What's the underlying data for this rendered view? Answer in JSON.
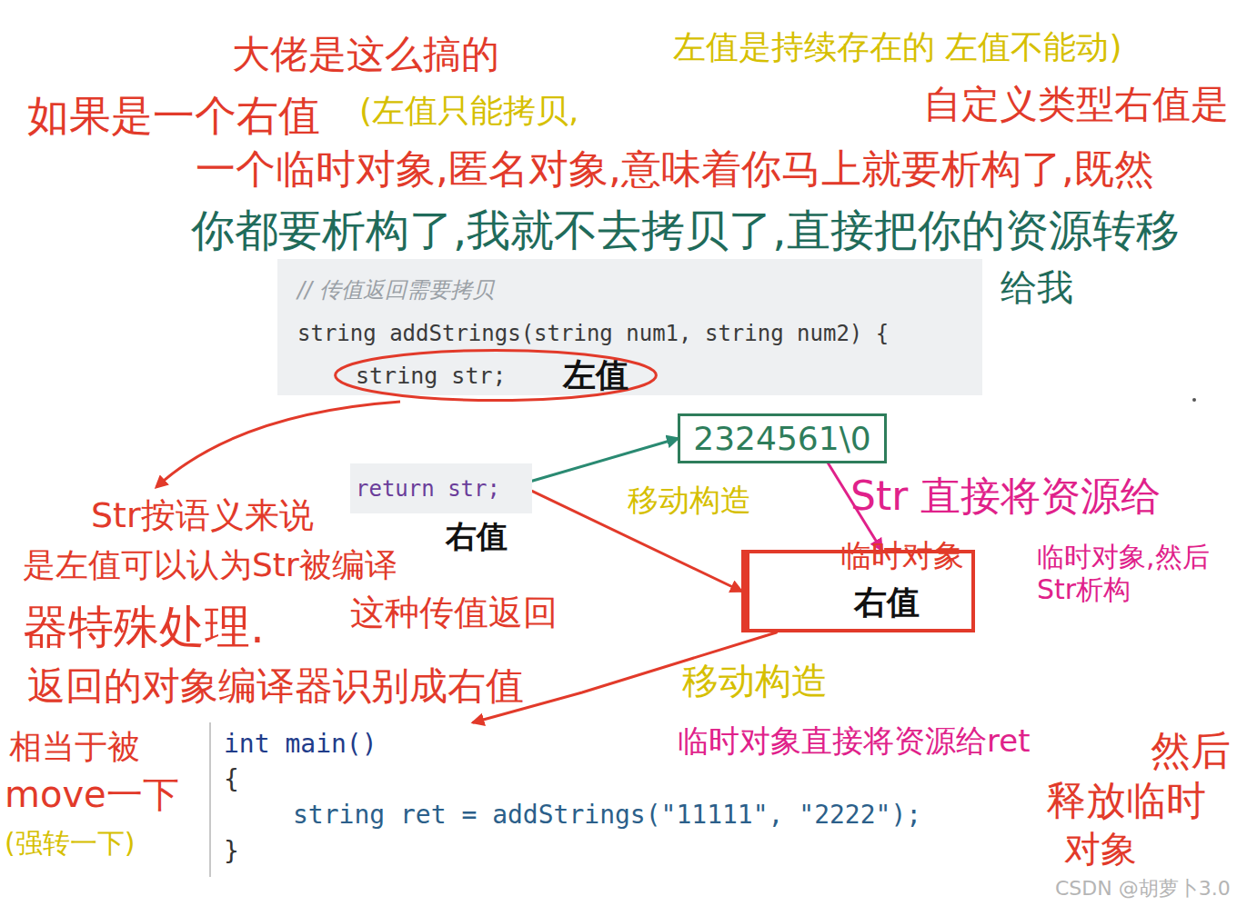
{
  "diagram": {
    "nodes": [
      {
        "text": [
          "// 传值返回需要拷贝",
          "string addStrings(string num1, string num2) {"
        ]
      },
      {
        "text": [
          "string str;",
          "左值"
        ]
      },
      {
        "text": [
          "return str;"
        ]
      },
      {
        "text": [
          "2324561\\0"
        ]
      },
      {
        "text": [
          "临时对象",
          "右值"
        ]
      },
      {
        "text": [
          "int main()",
          "{",
          "string ret = addStrings(\"11111\", \"2222\");",
          "}"
        ]
      }
    ],
    "edges": [
      {
        "from": 2,
        "to": 3,
        "arrow": "to"
      },
      {
        "from": 2,
        "to": 4,
        "label": "移动构造",
        "arrow": "to"
      },
      {
        "from": 3,
        "to": 4,
        "arrow": "to"
      },
      {
        "from": 4,
        "to": 5,
        "label": "移动构造",
        "arrow": "to"
      }
    ],
    "labels": [
      "大佬是这么搞的",
      "如果是一个右值",
      "(左值只能拷贝,",
      "左值是持续存在的 左值不能动)",
      "自定义类型右值是",
      "一个临时对象,匿名对象,意味着你马上就要析构了,既然",
      "你都要析构了,我就不去拷贝了,直接把你的资源转移",
      "给我",
      "Str按语义来说",
      "是左值可以认为Str被编译",
      "这种传值返回",
      "器特殊处理.",
      "返回的对象编译器识别成右值",
      "右值",
      "Str 直接将资源给",
      "临时对象,然后Str析构",
      "临时对象直接将资源给ret",
      "然后",
      "释放临时",
      "对象",
      "相当于被",
      "move一下",
      "(强转一下)",
      "CSDN @胡萝卜3.0"
    ]
  }
}
